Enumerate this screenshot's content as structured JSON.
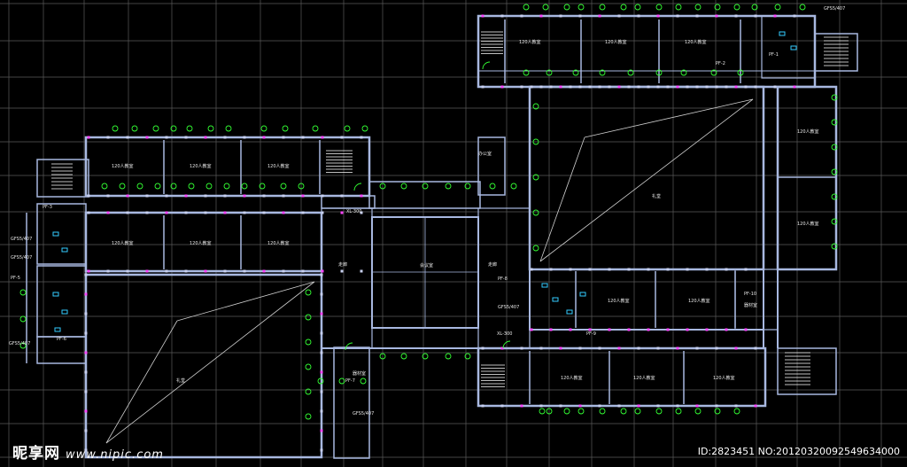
{
  "drawing": {
    "colors": {
      "background": "#000000",
      "grid": "#5a5a5a",
      "wall": "#a8b8e0",
      "wall_fill": "#c8d0f0",
      "axis_bubble": "#33ff33",
      "accent_pink": "#ff44ff",
      "stair": "#ffffff",
      "cyan": "#33ccff"
    },
    "rooms_classroom": "120人教室",
    "hall_label": "礼堂",
    "corridor_label": "走廊",
    "hall_label2": "会议室",
    "office_label": "办公室",
    "storage_label": "器材室",
    "pf_tags": [
      "PF-1",
      "PF-2",
      "PF-3",
      "PF-5",
      "PF-6",
      "PF-7",
      "PF-8",
      "PF-9",
      "PF-10"
    ],
    "dim_tags": [
      "GFS5/407",
      "GFS5/407",
      "GFS5/407",
      "GFS5/407",
      "GFS5/407",
      "GFS5/407"
    ],
    "lobby_marks": [
      "XL-300",
      "XL-300"
    ]
  },
  "watermark": {
    "brand": "昵享网",
    "url": "www.nipic.com"
  },
  "image_id": "ID:2823451 NO:20120320092549634000"
}
